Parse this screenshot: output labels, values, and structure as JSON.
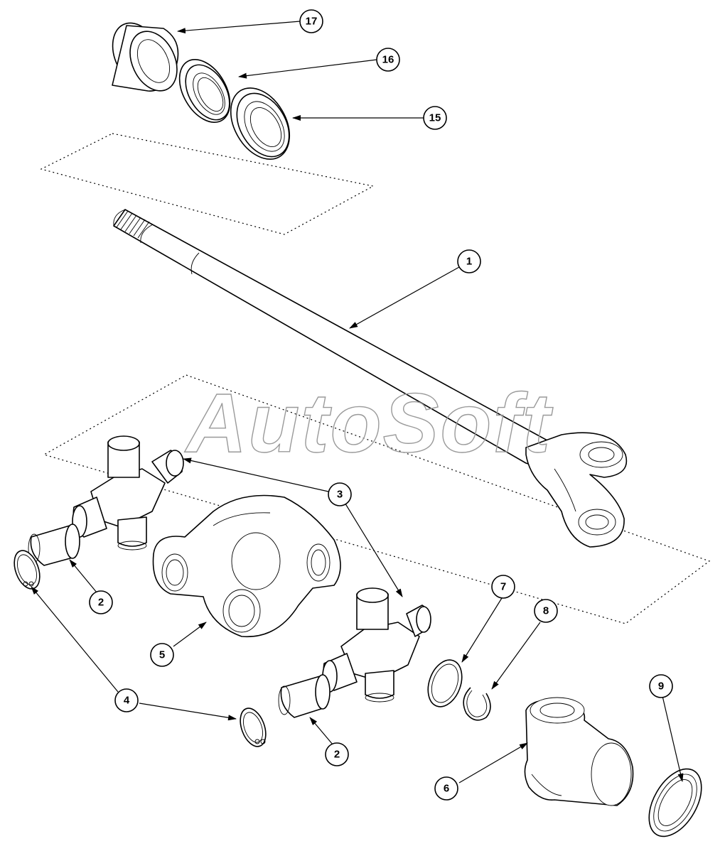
{
  "watermark": "AutoSoft",
  "callouts": [
    {
      "id": "c17",
      "label": "17"
    },
    {
      "id": "c16",
      "label": "16"
    },
    {
      "id": "c15",
      "label": "15"
    },
    {
      "id": "c1",
      "label": "1"
    },
    {
      "id": "c3",
      "label": "3"
    },
    {
      "id": "c2a",
      "label": "2"
    },
    {
      "id": "c5",
      "label": "5"
    },
    {
      "id": "c4",
      "label": "4"
    },
    {
      "id": "c2b",
      "label": "2"
    },
    {
      "id": "c7",
      "label": "7"
    },
    {
      "id": "c8",
      "label": "8"
    },
    {
      "id": "c9",
      "label": "9"
    },
    {
      "id": "c6",
      "label": "6"
    }
  ]
}
